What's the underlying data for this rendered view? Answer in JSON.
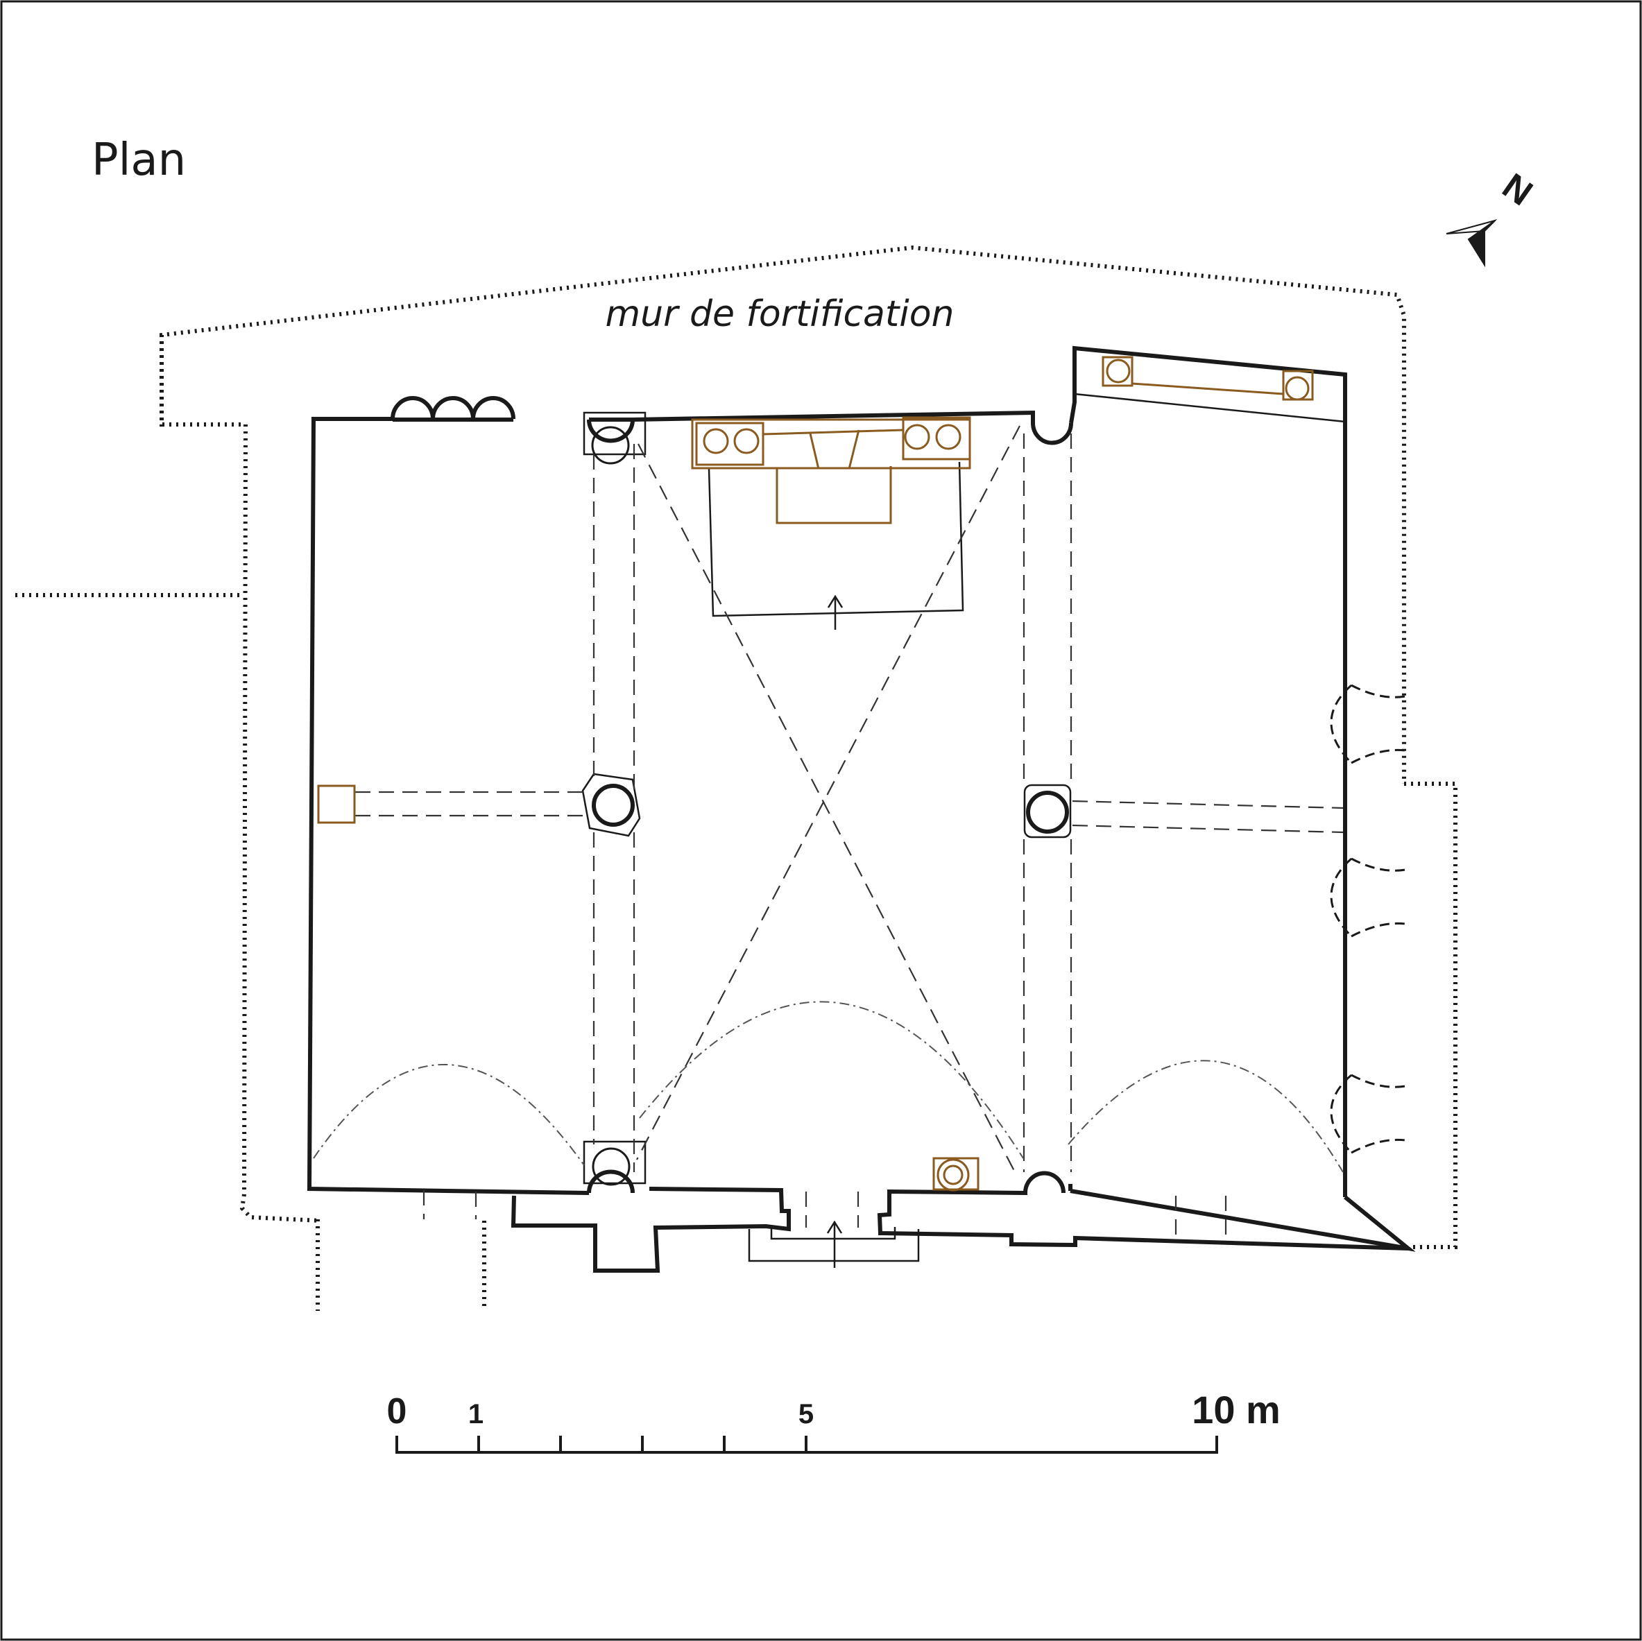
{
  "title": "Plan",
  "labels": {
    "fortification_wall": "mur de fortification",
    "north": "N"
  },
  "scale_bar": {
    "tick_labels": [
      "0",
      "1",
      "5",
      "10 m"
    ]
  },
  "colors": {
    "wall": "#1a1a1a",
    "liturgical_furniture": "#8a5a1e",
    "construction_line": "#333333"
  },
  "icons": [
    "north-arrow-icon"
  ]
}
